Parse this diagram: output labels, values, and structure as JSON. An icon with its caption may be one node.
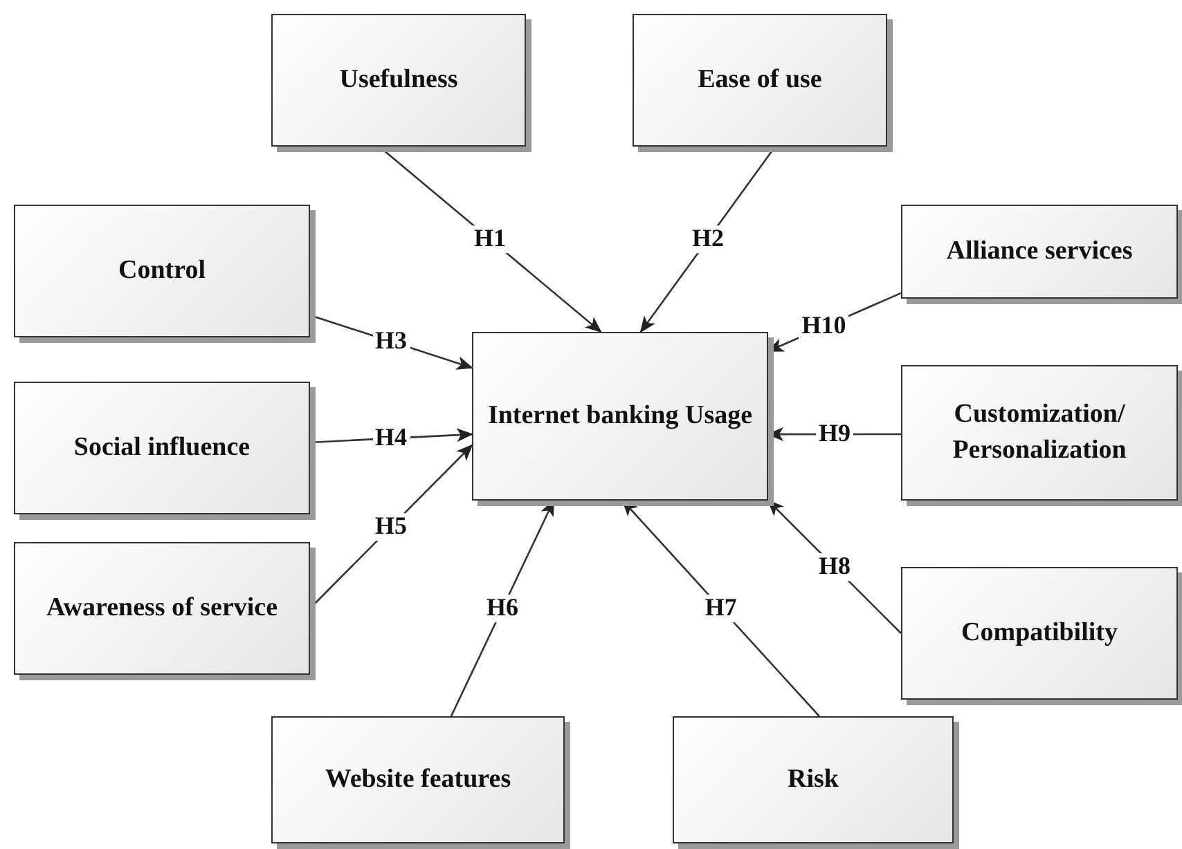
{
  "diagram": {
    "nodes": [
      {
        "text": [
          "Usefulness"
        ]
      },
      {
        "text": [
          "Ease of use"
        ]
      },
      {
        "text": [
          "Control"
        ]
      },
      {
        "text": [
          "Alliance services"
        ]
      },
      {
        "text": [
          "Internet banking Usage"
        ]
      },
      {
        "text": [
          "Social influence"
        ]
      },
      {
        "text": [
          "Customization/ Personalization"
        ]
      },
      {
        "text": [
          "Awareness of service"
        ]
      },
      {
        "text": [
          "Compatibility"
        ]
      },
      {
        "text": [
          "Website features"
        ]
      },
      {
        "text": [
          "Risk"
        ]
      }
    ],
    "edges": [
      {
        "from": 0,
        "to": 4,
        "arrow": "to",
        "label": "H1"
      },
      {
        "from": 1,
        "to": 4,
        "arrow": "to",
        "label": "H2"
      },
      {
        "from": 2,
        "to": 4,
        "arrow": "to",
        "label": "H3"
      },
      {
        "from": 5,
        "to": 4,
        "arrow": "to",
        "label": "H4"
      },
      {
        "from": 7,
        "to": 4,
        "arrow": "to",
        "label": "H5"
      },
      {
        "from": 9,
        "to": 4,
        "arrow": "to",
        "label": "H6"
      },
      {
        "from": 10,
        "to": 4,
        "arrow": "to",
        "label": "H7"
      },
      {
        "from": 8,
        "to": 4,
        "arrow": "to",
        "label": "H8"
      },
      {
        "from": 6,
        "to": 4,
        "arrow": "to",
        "label": "H9"
      },
      {
        "from": 3,
        "to": 4,
        "arrow": "to",
        "label": "H10"
      }
    ]
  }
}
